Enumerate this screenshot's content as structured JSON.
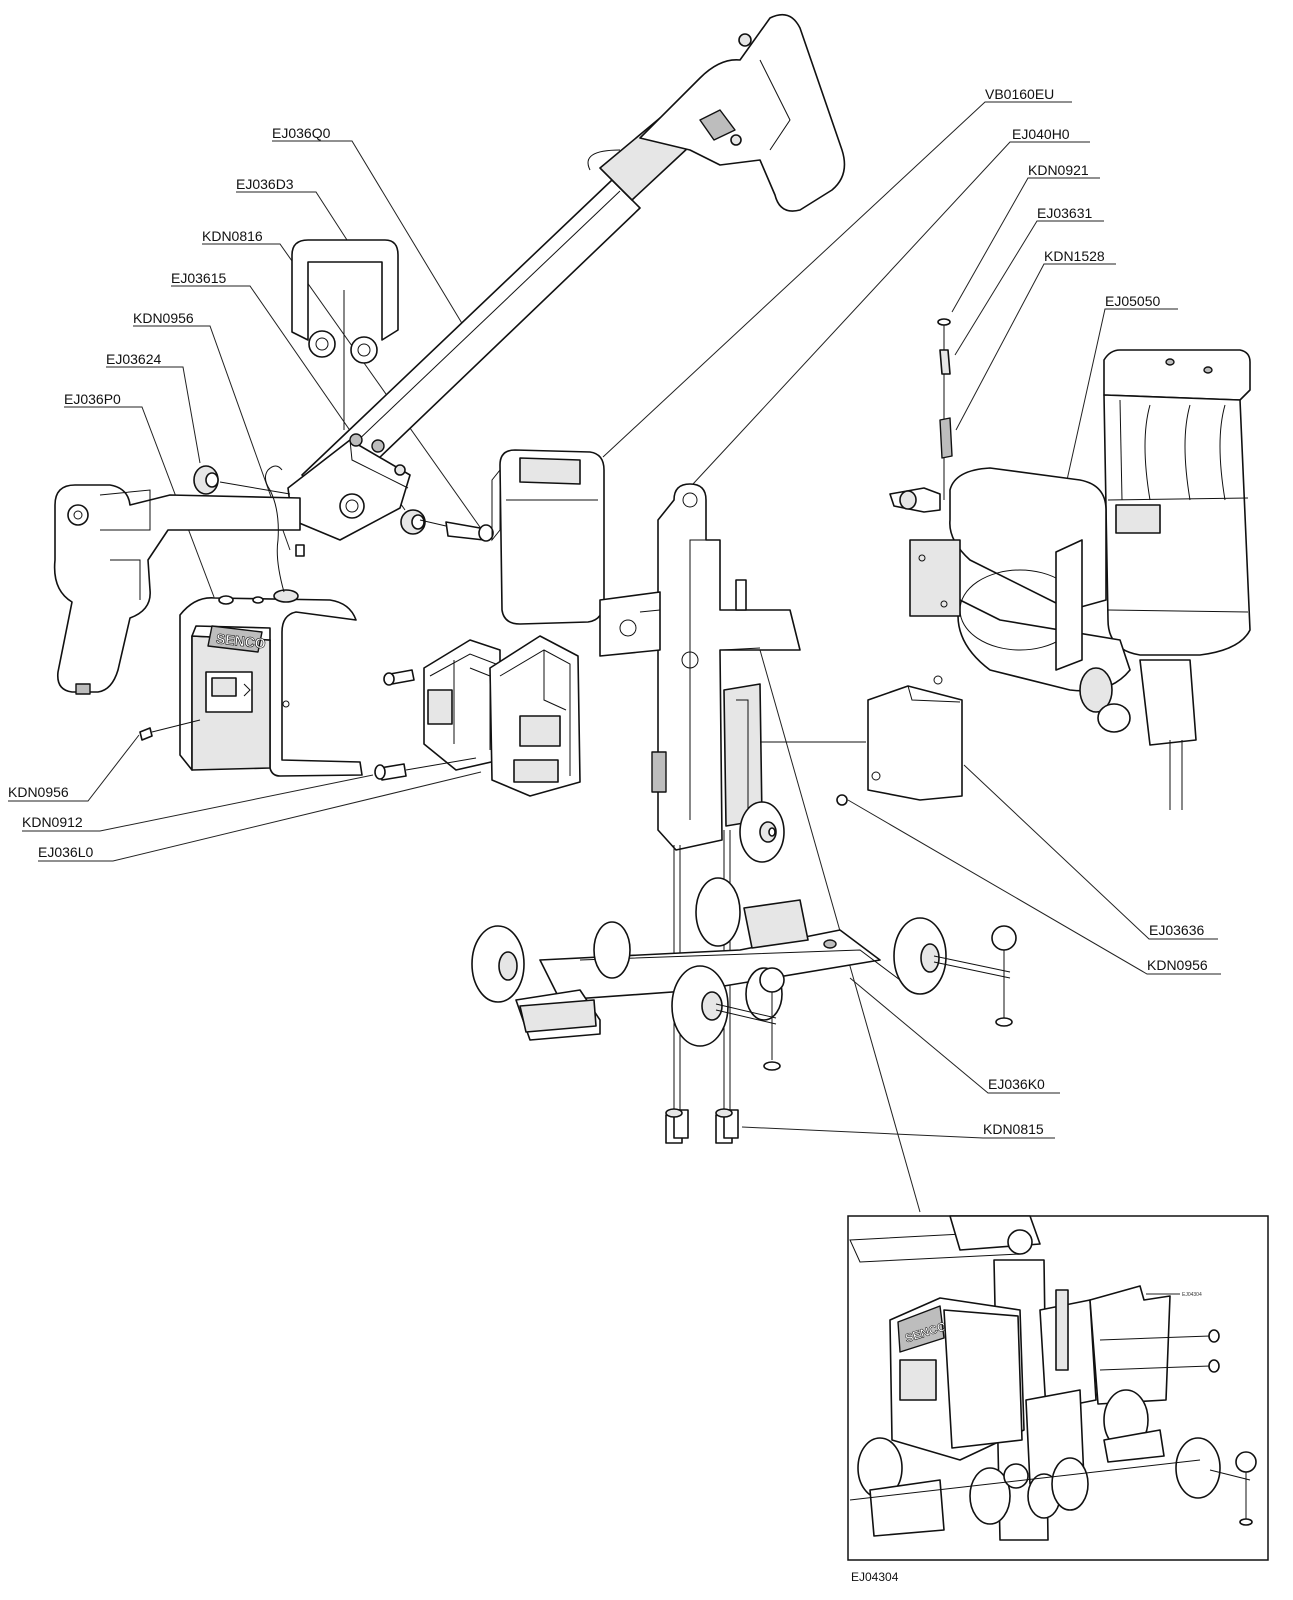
{
  "callouts": [
    {
      "id": "vb0160eu-a",
      "text": "VB0160EU"
    },
    {
      "id": "ej036q0",
      "text": "EJ036Q0"
    },
    {
      "id": "ej040h0",
      "text": "EJ040H0"
    },
    {
      "id": "kdn0921",
      "text": "KDN0921"
    },
    {
      "id": "ej036d3",
      "text": "EJ036D3"
    },
    {
      "id": "ej03631",
      "text": "EJ03631"
    },
    {
      "id": "kdn0816",
      "text": "KDN0816"
    },
    {
      "id": "kdn1528",
      "text": "KDN1528"
    },
    {
      "id": "ej03615",
      "text": "EJ03615"
    },
    {
      "id": "ej05050",
      "text": "EJ05050"
    },
    {
      "id": "kdn0956-a",
      "text": "KDN0956"
    },
    {
      "id": "ej03624",
      "text": "EJ03624"
    },
    {
      "id": "ej036p0",
      "text": "EJ036P0"
    },
    {
      "id": "kdn0956-b",
      "text": "KDN0956"
    },
    {
      "id": "kdn0912",
      "text": "KDN0912"
    },
    {
      "id": "ej036l0",
      "text": "EJ036L0"
    },
    {
      "id": "ej03636",
      "text": "EJ03636"
    },
    {
      "id": "kdn0956-c",
      "text": "KDN0956"
    },
    {
      "id": "ej036k0",
      "text": "EJ036K0"
    },
    {
      "id": "kdn0815",
      "text": "KDN0815"
    }
  ],
  "inset": {
    "callout": "EJ04304",
    "caption": "EJ04304",
    "brand": "SENCO"
  },
  "housing_brand": "SENCO"
}
